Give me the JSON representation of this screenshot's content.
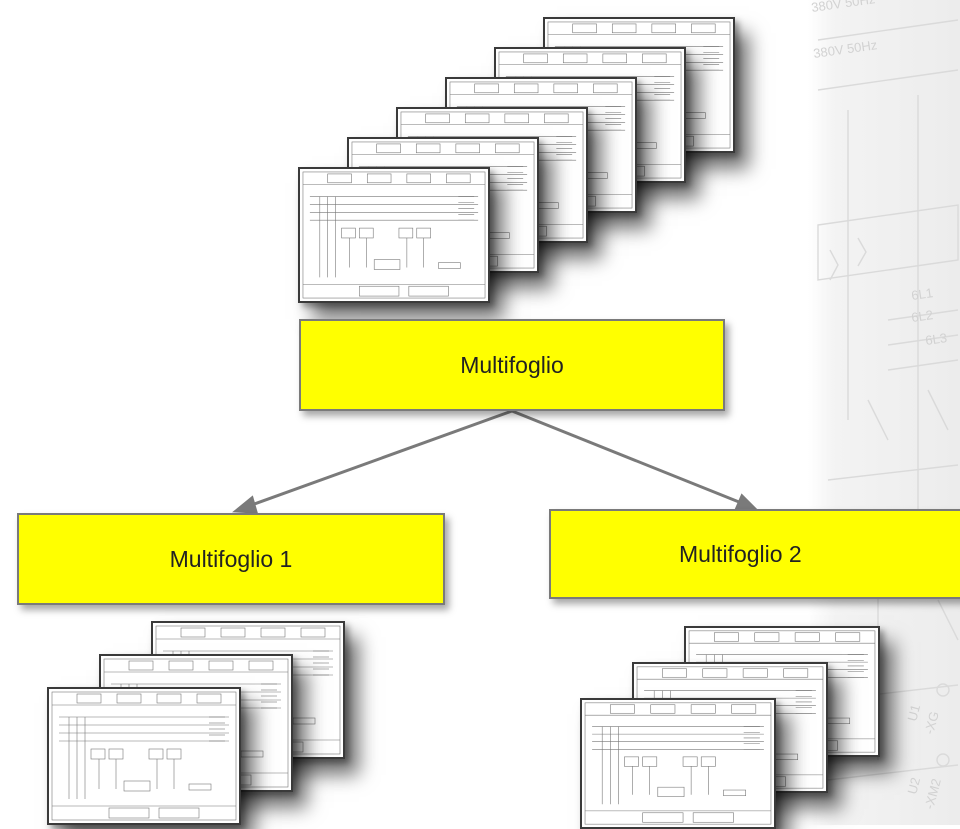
{
  "nodes": {
    "root": {
      "label": "Multifoglio"
    },
    "child_1": {
      "label": "Multifoglio 1"
    },
    "child_2": {
      "label": "Multifoglio 2"
    }
  },
  "background_labels": {
    "voltage_1": "380V 50Hz",
    "voltage_2": "380V 50Hz",
    "phase_1": "6L1",
    "phase_2": "6L2",
    "phase_3": "6L3",
    "terminal_1": "U1",
    "terminal_2": "-XG",
    "terminal_3": "U2",
    "terminal_4": "-XM2"
  },
  "colors": {
    "box_fill": "#ffff00",
    "box_border": "#7a7a7a",
    "arrow": "#7a7a7a"
  },
  "stacks": {
    "top": {
      "sheet_count": 6
    },
    "left": {
      "sheet_count": 3
    },
    "right": {
      "sheet_count": 3
    }
  }
}
